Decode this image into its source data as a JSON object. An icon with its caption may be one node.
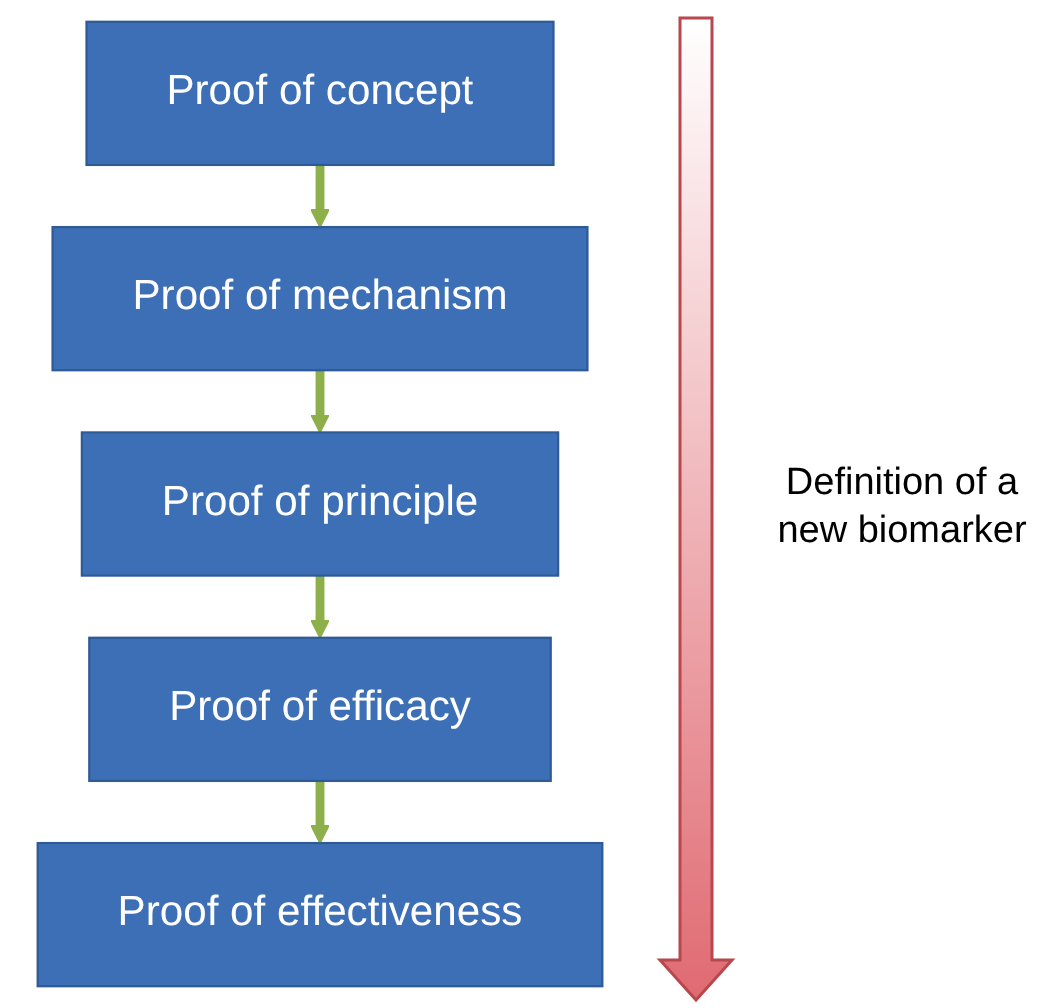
{
  "diagram": {
    "nodes": [
      {
        "text": [
          "Proof of concept"
        ]
      },
      {
        "text": [
          "Proof of mechanism"
        ]
      },
      {
        "text": [
          "Proof of principle"
        ]
      },
      {
        "text": [
          "Proof of efficacy"
        ]
      },
      {
        "text": [
          "Proof of effectiveness"
        ]
      }
    ],
    "edges": [
      {
        "from": 0,
        "to": 1,
        "arrow": "to",
        "color": "#8db04a"
      },
      {
        "from": 1,
        "to": 2,
        "arrow": "to",
        "color": "#8db04a"
      },
      {
        "from": 2,
        "to": 3,
        "arrow": "to",
        "color": "#8db04a"
      },
      {
        "from": 3,
        "to": 4,
        "arrow": "to",
        "color": "#8db04a"
      }
    ],
    "labels": [
      "Definition of a new biomarker"
    ]
  }
}
